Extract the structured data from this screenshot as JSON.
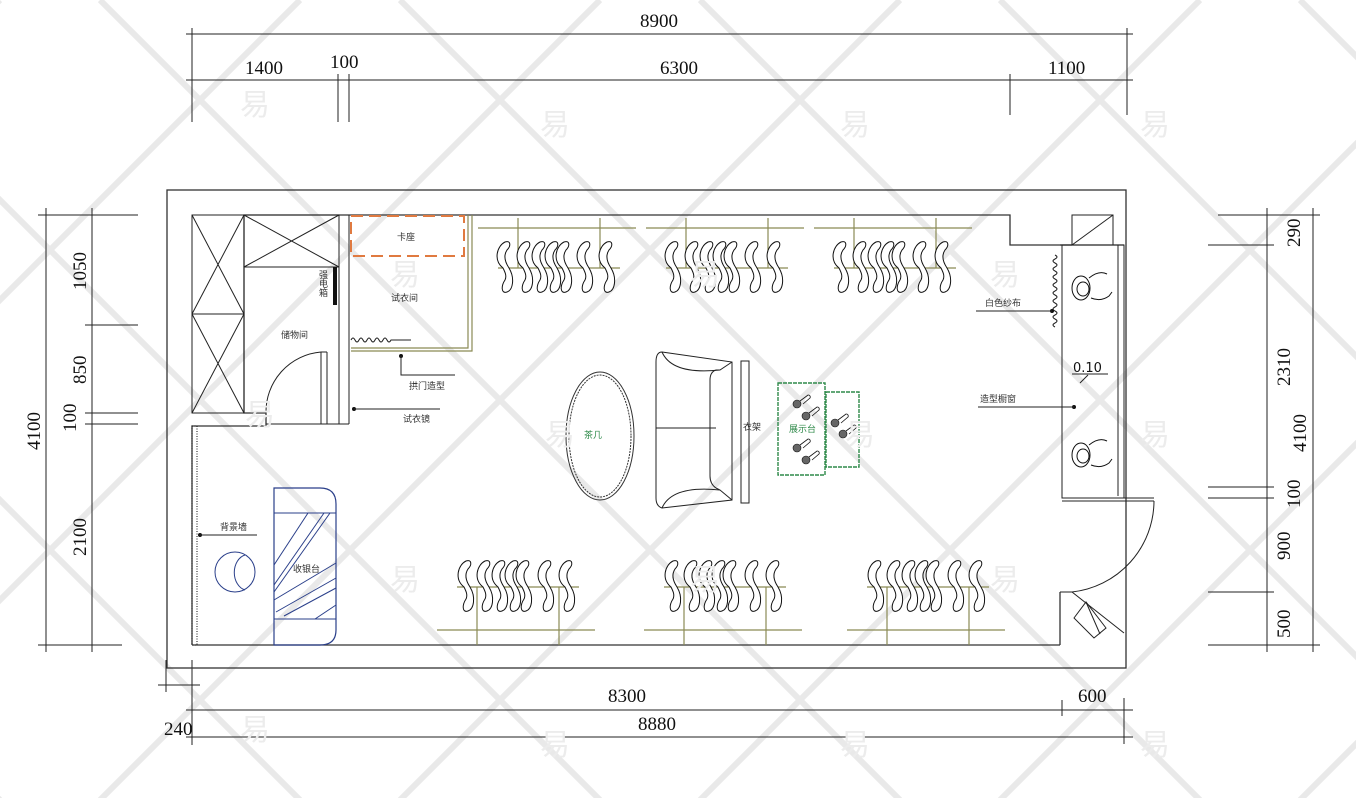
{
  "drawing": {
    "title": "Clothing store floor plan",
    "colors": {
      "line": "#222222",
      "rack": "#8a8a55",
      "booth_dashed": "#e07a40",
      "display_green": "#2f8a4a",
      "cashier_blue": "#2a3f8a",
      "watermark": "#e9e9e9"
    },
    "watermark_text": "易"
  },
  "dimensions": {
    "top_total": "8900",
    "top_segments": [
      "1400",
      "100",
      "6300",
      "1100"
    ],
    "bottom_segments": [
      "8300",
      "600"
    ],
    "bottom_total": "8880",
    "bottom_wall": "240",
    "left_total": "4100",
    "left_segments": [
      "1050",
      "850",
      "100",
      "2100"
    ],
    "right_total": "4100",
    "right_segments": [
      "290",
      "2310",
      "100",
      "900",
      "500"
    ]
  },
  "rooms": {
    "booth": "卡座",
    "distribution_box": "强电箱",
    "fitting_room": "试衣间",
    "storage": "储物间",
    "cashier": "收银台",
    "coffee_table": "茶几",
    "clothes_rack": "衣架",
    "display_stand": "展示台"
  },
  "callouts": {
    "arch_door": "拱门造型",
    "mirror": "试衣镜",
    "feature_wall": "背景墙",
    "white_gauze": "白色纱布",
    "display_window": "造型橱窗",
    "elevation": "0.10"
  }
}
